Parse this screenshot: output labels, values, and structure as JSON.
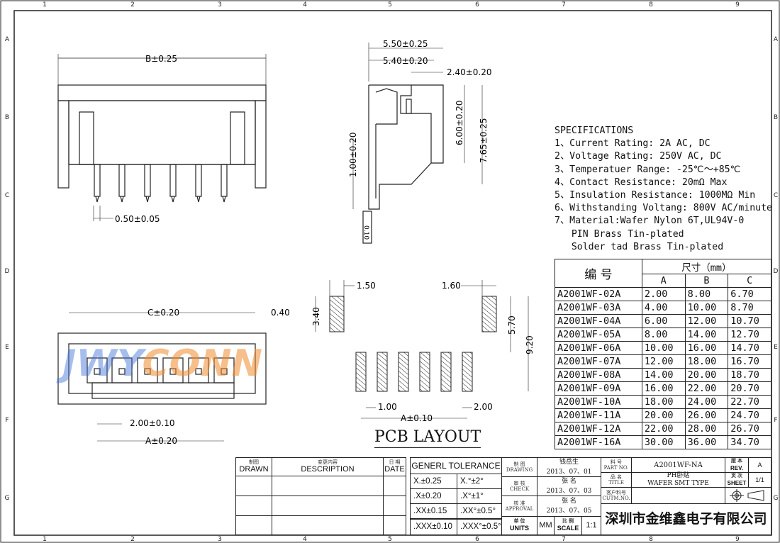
{
  "frame": {
    "columns": [
      "1",
      "2",
      "3",
      "4",
      "5",
      "6",
      "7",
      "8",
      "9"
    ],
    "rows": [
      "A",
      "B",
      "C",
      "D",
      "E",
      "F",
      "G"
    ]
  },
  "dimensions": {
    "top_view": {
      "b": "B±0.25",
      "pin_width": "0.50±0.05"
    },
    "side_view": {
      "w1": "5.50±0.25",
      "w2": "5.40±0.20",
      "w3": "2.40±0.20",
      "h1": "6.00±0.20",
      "h2": "7.65±0.25",
      "h3": "1.00±0.20",
      "flatness": "0.10"
    },
    "bottom_view": {
      "c": "C±0.20",
      "gap": "0.40",
      "pitch": "2.00±0.10",
      "a": "A±0.20"
    },
    "pcb": {
      "pad_w1": "1.50",
      "pad_h1": "3.40",
      "pad_w2": "1.60",
      "h1": "5.70",
      "h2": "9.20",
      "pad_w3": "1.00",
      "a": "A±0.10",
      "pitch": "2.00",
      "title": "PCB LAYOUT"
    }
  },
  "watermark": "JWYCONN",
  "specifications": {
    "title": "SPECIFICATIONS",
    "items": [
      "1、Current Rating: 2A AC, DC",
      "2、Voltage Rating: 250V AC, DC",
      "3、Temperatuer Range: -25℃～+85℃",
      "4、Contact Resistance: 20mΩ Max",
      "5、Insulation Resistance: 1000MΩ Min",
      "6、Withstanding Voltang: 800V AC/minute",
      "7、Material:Wafer Nylon 6T,UL94V-0",
      "   PIN Brass Tin-plated",
      "   Solder tad Brass Tin-plated"
    ]
  },
  "dim_table": {
    "header_part": "编  号",
    "header_size": "尺寸（mm）",
    "cols": [
      "A",
      "B",
      "C"
    ],
    "rows": [
      [
        "A2001WF-02A",
        "2.00",
        "8.00",
        "6.70"
      ],
      [
        "A2001WF-03A",
        "4.00",
        "10.00",
        "8.70"
      ],
      [
        "A2001WF-04A",
        "6.00",
        "12.00",
        "10.70"
      ],
      [
        "A2001WF-05A",
        "8.00",
        "14.00",
        "12.70"
      ],
      [
        "A2001WF-06A",
        "10.00",
        "16.00",
        "14.70"
      ],
      [
        "A2001WF-07A",
        "12.00",
        "18.00",
        "16.70"
      ],
      [
        "A2001WF-08A",
        "14.00",
        "20.00",
        "18.70"
      ],
      [
        "A2001WF-09A",
        "16.00",
        "22.00",
        "20.70"
      ],
      [
        "A2001WF-10A",
        "18.00",
        "24.00",
        "22.70"
      ],
      [
        "A2001WF-11A",
        "20.00",
        "26.00",
        "24.70"
      ],
      [
        "A2001WF-12A",
        "22.00",
        "28.00",
        "26.70"
      ],
      [
        "A2001WF-16A",
        "30.00",
        "36.00",
        "34.70"
      ]
    ]
  },
  "title_block": {
    "drawn_cn": "制图",
    "drawn": "DRAWN",
    "desc_cn": "变更内容",
    "desc": "DESCRIPTION",
    "date_cn": "日 期",
    "date": "DATE",
    "tol_title": "GENERL TOLERANCE",
    "tol": [
      [
        "X.±0.25",
        "X.°±2°"
      ],
      [
        ".X±0.20",
        ".X°±1°"
      ],
      [
        ".XX±0.15",
        ".XX°±0.5°"
      ],
      [
        ".XXX±0.10",
        ".XXX°±0.5°"
      ]
    ],
    "drawing_cn": "制 图",
    "drawing": "DRAWING",
    "drawing_name": "钱岳生",
    "drawing_date": "2013、07、01",
    "check_cn": "审 核",
    "check": "CHECK",
    "check_name": "张 名",
    "check_date": "2013、07、03",
    "approval_cn": "核 准",
    "approval": "APPROVAL",
    "approval_name": "张 名",
    "approval_date": "2013、07、05",
    "units_cn": "单 位",
    "units": "UNITS",
    "units_val": "MM",
    "scale_cn": "比 例",
    "scale": "SCALE",
    "scale_val": "1:1",
    "part_no_cn": "料 号",
    "part_no": "PART NO.",
    "part_no_val": "A2001WF-NA",
    "title_cn": "品 名",
    "title": "TITLE",
    "title_val_cn": "PH卧贴",
    "title_val": "WAFER SMT TYPE",
    "cust_cn": "客户料号",
    "cust": "CUTM.NO.",
    "rev_cn": "版 本",
    "rev": "REV.",
    "rev_val": "A",
    "sheet_cn": "页 次",
    "sheet": "SHEET",
    "sheet_val": "1/1",
    "company": "深圳市金维鑫电子有限公司"
  }
}
